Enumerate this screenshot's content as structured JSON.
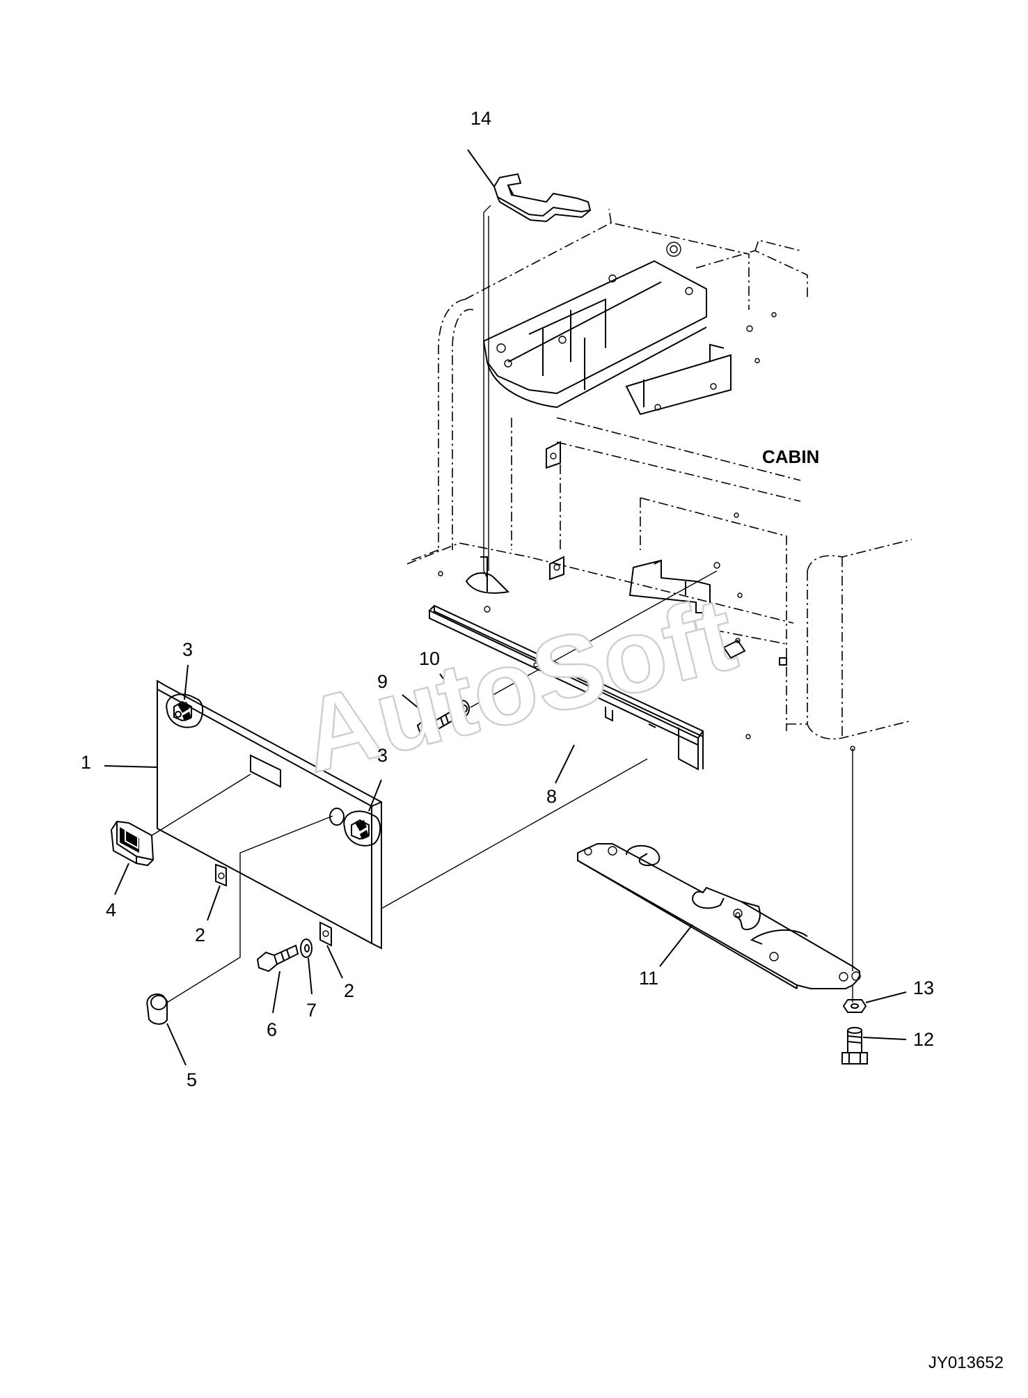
{
  "diagram": {
    "region_label": "CABIN",
    "drawing_code": "JY013652",
    "watermark": "AutoSoft",
    "callouts": [
      "1",
      "2",
      "2",
      "3",
      "3",
      "4",
      "5",
      "6",
      "7",
      "8",
      "9",
      "10",
      "11",
      "12",
      "13",
      "14"
    ]
  }
}
